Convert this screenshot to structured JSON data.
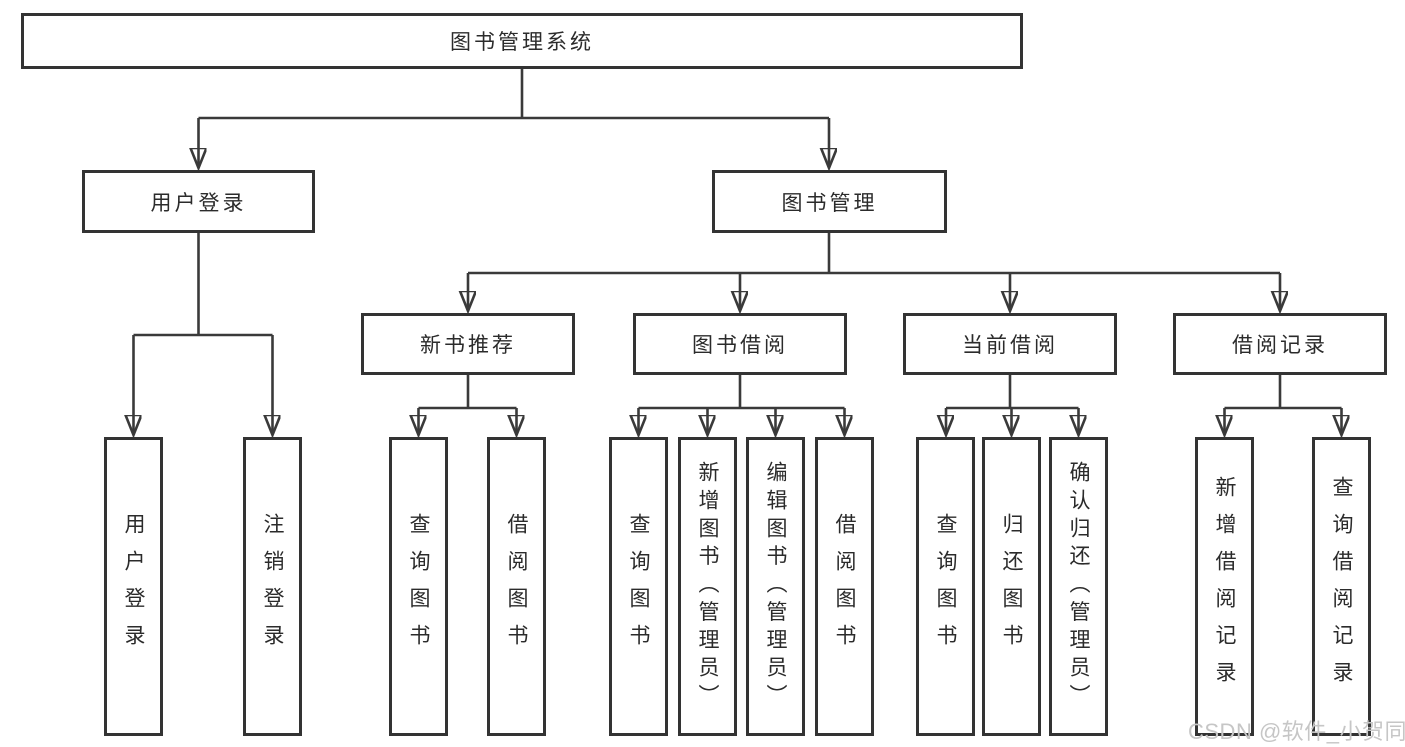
{
  "diagram": {
    "title": "图书管理系统",
    "nodes": {
      "root": {
        "label": "图书管理系统"
      },
      "user_login": {
        "label": "用户登录"
      },
      "book_mgmt": {
        "label": "图书管理"
      },
      "new_book_rec": {
        "label": "新书推荐"
      },
      "book_borrow": {
        "label": "图书借阅"
      },
      "current_borrow": {
        "label": "当前借阅"
      },
      "borrow_records": {
        "label": "借阅记录"
      },
      "leaf_user_login": {
        "label": "用户登录"
      },
      "leaf_logout": {
        "label": "注销登录"
      },
      "leaf_rec_query": {
        "label": "查询图书"
      },
      "leaf_rec_borrow": {
        "label": "借阅图书"
      },
      "leaf_bb_query": {
        "label": "查询图书"
      },
      "leaf_bb_add": {
        "label": "新增图书（管理员）"
      },
      "leaf_bb_edit": {
        "label": "编辑图书（管理员）"
      },
      "leaf_bb_borrow": {
        "label": "借阅图书"
      },
      "leaf_cb_query": {
        "label": "查询图书"
      },
      "leaf_cb_return": {
        "label": "归还图书"
      },
      "leaf_cb_confirm": {
        "label": "确认归还（管理员）"
      },
      "leaf_br_add": {
        "label": "新增借阅记录"
      },
      "leaf_br_query": {
        "label": "查询借阅记录"
      }
    },
    "hierarchy": {
      "root": [
        "user_login",
        "book_mgmt"
      ],
      "user_login": [
        "leaf_user_login",
        "leaf_logout"
      ],
      "book_mgmt": [
        "new_book_rec",
        "book_borrow",
        "current_borrow",
        "borrow_records"
      ],
      "new_book_rec": [
        "leaf_rec_query",
        "leaf_rec_borrow"
      ],
      "book_borrow": [
        "leaf_bb_query",
        "leaf_bb_add",
        "leaf_bb_edit",
        "leaf_bb_borrow"
      ],
      "current_borrow": [
        "leaf_cb_query",
        "leaf_cb_return",
        "leaf_cb_confirm"
      ],
      "borrow_records": [
        "leaf_br_add",
        "leaf_br_query"
      ]
    },
    "colors": {
      "line": "#3a3a3a",
      "box_border": "#333333",
      "text": "#2b2b2b",
      "background": "#ffffff",
      "watermark": "#c6c6c6"
    }
  },
  "watermark": {
    "text": "CSDN @软件_小贺同学"
  }
}
